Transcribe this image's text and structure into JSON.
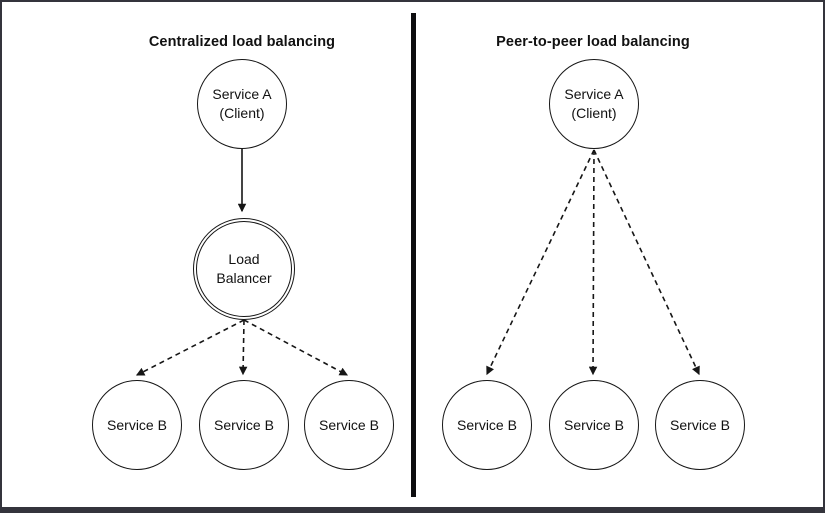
{
  "figure": {
    "colors": {
      "frame_border": "#34343c",
      "divider": "#0d0d0f",
      "stroke": "#161616",
      "background": "#ffffff"
    }
  },
  "left_panel": {
    "title": "Centralized load balancing",
    "client_node": {
      "line1": "Service A",
      "line2": "(Client)"
    },
    "balancer_node": {
      "line1": "Load",
      "line2": "Balancer"
    },
    "targets": [
      {
        "label": "Service B"
      },
      {
        "label": "Service B"
      },
      {
        "label": "Service B"
      }
    ],
    "edges": [
      {
        "from": "service-a-client",
        "to": "load-balancer",
        "style": "solid-arrow"
      },
      {
        "from": "load-balancer",
        "to": "service-b-1",
        "style": "dashed-arrow"
      },
      {
        "from": "load-balancer",
        "to": "service-b-2",
        "style": "dashed-arrow"
      },
      {
        "from": "load-balancer",
        "to": "service-b-3",
        "style": "dashed-arrow"
      }
    ]
  },
  "right_panel": {
    "title": "Peer-to-peer load balancing",
    "client_node": {
      "line1": "Service A",
      "line2": "(Client)"
    },
    "targets": [
      {
        "label": "Service B"
      },
      {
        "label": "Service B"
      },
      {
        "label": "Service B"
      }
    ],
    "edges": [
      {
        "from": "service-a-client",
        "to": "service-b-1",
        "style": "dashed-arrow"
      },
      {
        "from": "service-a-client",
        "to": "service-b-2",
        "style": "dashed-arrow"
      },
      {
        "from": "service-a-client",
        "to": "service-b-3",
        "style": "dashed-arrow"
      }
    ]
  }
}
